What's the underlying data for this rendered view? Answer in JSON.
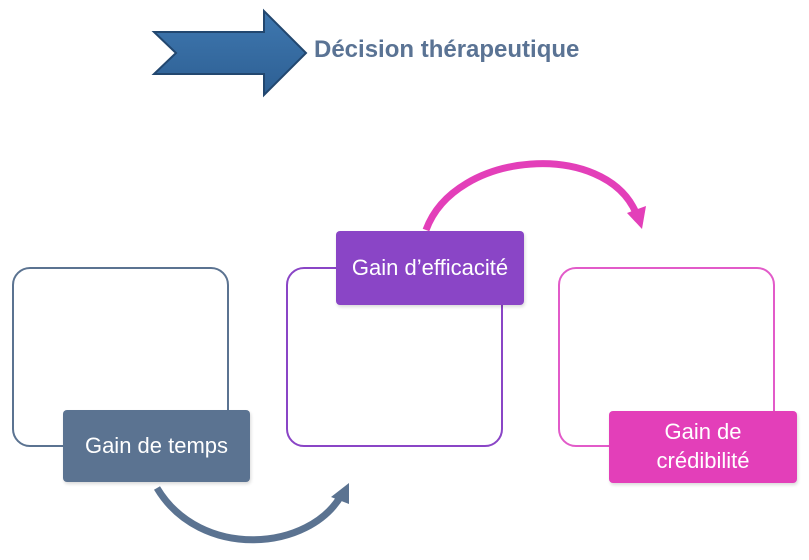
{
  "header": {
    "title": "Décision thérapeutique",
    "arrow_icon": "right-arrow-icon",
    "arrow_color": "#336699",
    "title_color": "#5a7394"
  },
  "steps": [
    {
      "label": "Gain de temps",
      "color": "#5b7391"
    },
    {
      "label": "Gain d’efficacité",
      "color": "#8a45c6"
    },
    {
      "label": "Gain de crédibilité",
      "color": "#e33fb9"
    }
  ],
  "connectors": [
    {
      "from": "Gain de temps",
      "to": "Gain d’efficacité",
      "icon": "curved-arrow-icon",
      "color": "#5b7391"
    },
    {
      "from": "Gain d’efficacité",
      "to": "Gain de crédibilité",
      "icon": "curved-arrow-icon",
      "color": "#e33fb9"
    }
  ]
}
